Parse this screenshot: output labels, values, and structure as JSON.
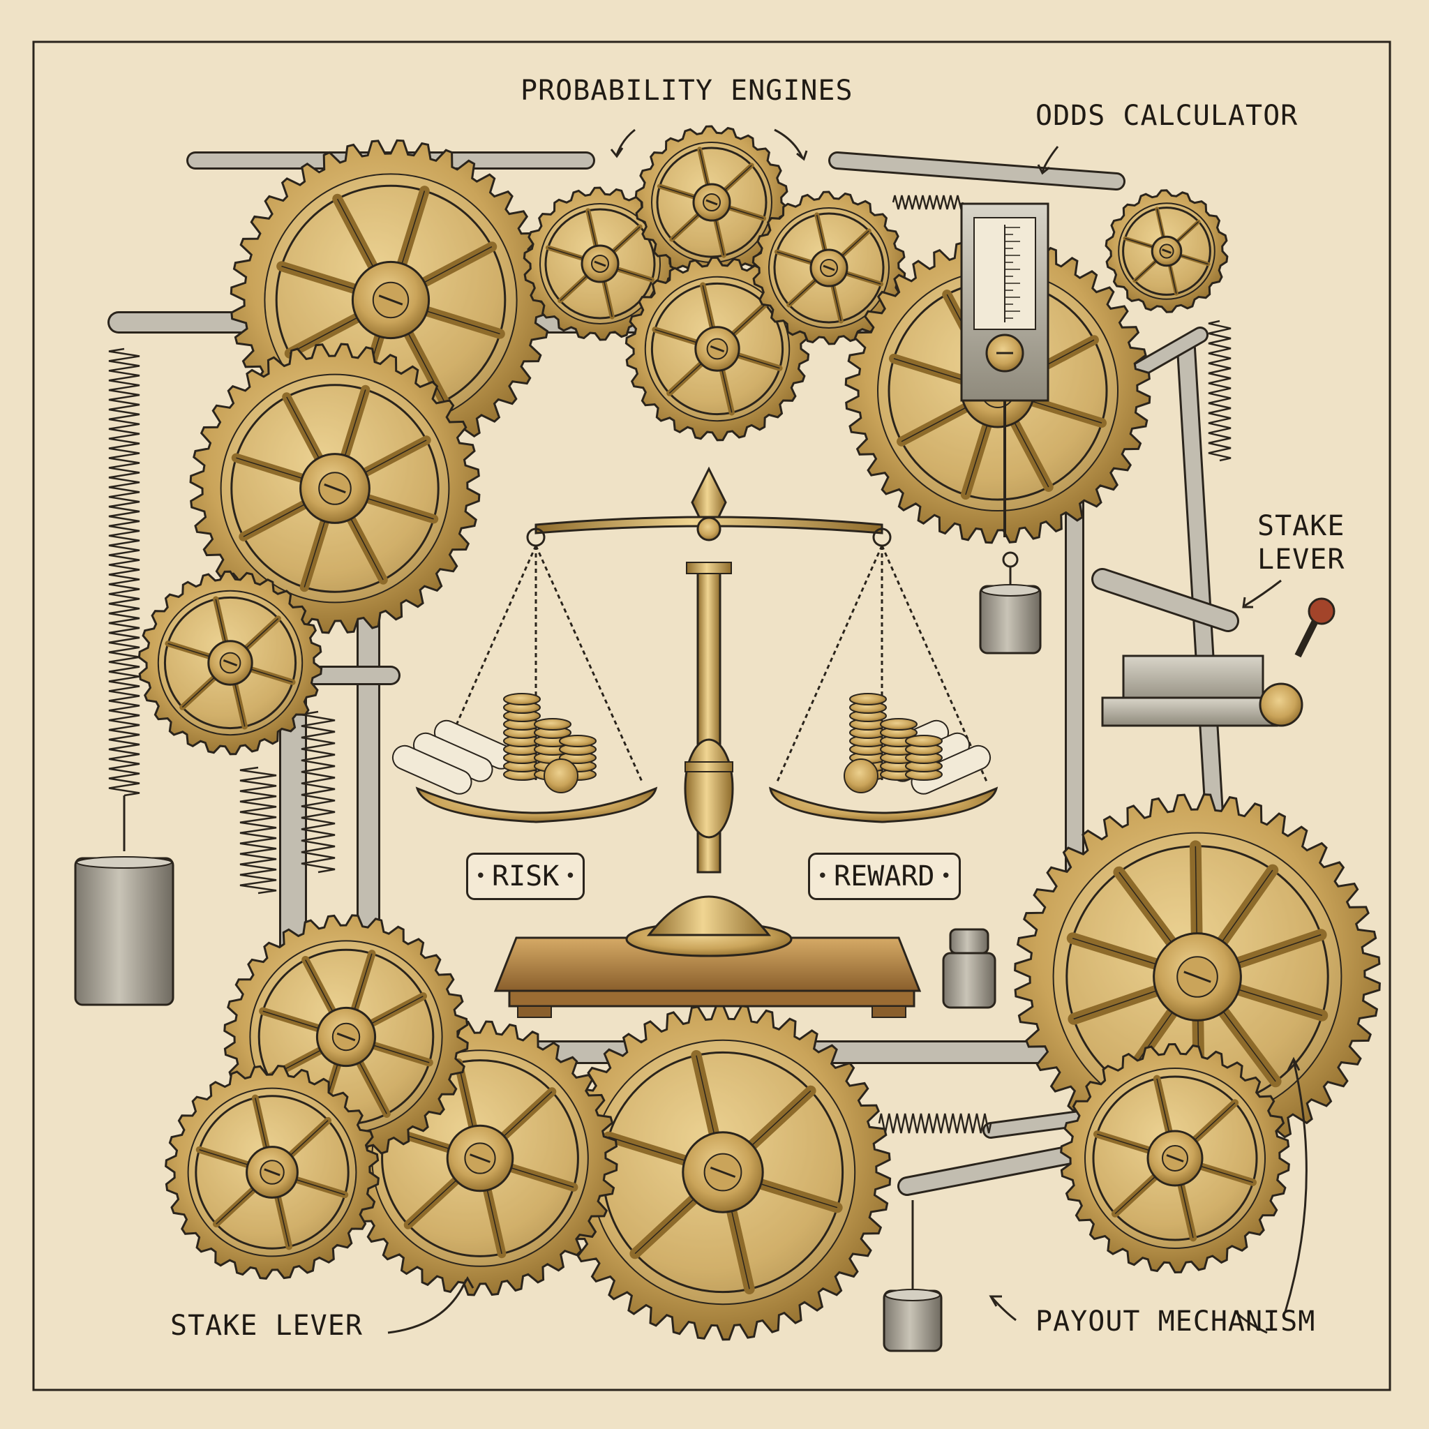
{
  "labels": {
    "probability_engines": "PROBABILITY ENGINES",
    "odds_calculator": "ODDS CALCULATOR",
    "stake_lever_right_line1": "STAKE",
    "stake_lever_right_line2": "LEVER",
    "stake_lever_bottom": "STAKE LEVER",
    "payout_mechanism": "PAYOUT MECHANISM",
    "risk": "RISK",
    "reward": "REWARD"
  },
  "colors": {
    "paper": "#efe2c6",
    "brass": "#c9a45c",
    "brass_dark": "#8a6a2c",
    "steel": "#b9b4a6",
    "ink": "#2a241c",
    "wood": "#b98a4a",
    "knob": "#a3442a"
  }
}
